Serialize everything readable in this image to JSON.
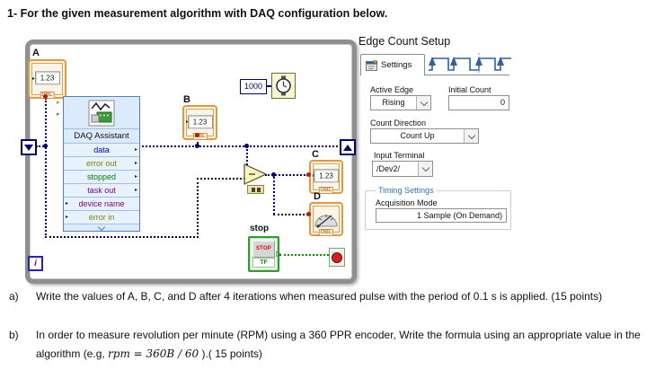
{
  "page": {
    "title": "1- For the given measurement algorithm with DAQ configuration below."
  },
  "diagram": {
    "loop": {
      "iteration": "i"
    },
    "terminals": {
      "a": {
        "label": "A",
        "value": "1.23",
        "dtype": "DBL"
      },
      "b": {
        "label": "B",
        "value": "1.23",
        "dtype": "DBL"
      },
      "c": {
        "label": "C",
        "value": "1.23",
        "dtype": "DBL"
      },
      "d": {
        "label": "D",
        "dtype": "DBL"
      }
    },
    "daq": {
      "title": "DAQ Assistant",
      "rows": [
        {
          "label": "data"
        },
        {
          "label": "error out"
        },
        {
          "label": "stopped"
        },
        {
          "label": "task out"
        },
        {
          "label": "device name"
        },
        {
          "label": "error in"
        }
      ]
    },
    "wait_constant": "1000",
    "stop": {
      "label": "stop",
      "button_text": "STOP",
      "dtype": "TF"
    },
    "icons": {
      "out_arrow": "▸",
      "in_arrow": "▸",
      "stop_out_arrow": "▷"
    }
  },
  "panel": {
    "title": "Edge Count Setup",
    "tab": "Settings",
    "active_edge": {
      "label": "Active Edge",
      "value": "Rising"
    },
    "initial_count": {
      "label": "Initial Count",
      "value": "0"
    },
    "count_direction": {
      "label": "Count Direction",
      "value": "Count Up"
    },
    "input_terminal": {
      "label": "Input Terminal",
      "value": "/Dev2/"
    },
    "timing_group": "Timing Settings",
    "acquisition_mode": {
      "label": "Acquisition Mode",
      "value": "1 Sample (On Demand)"
    }
  },
  "questions": {
    "a_marker": "a)",
    "a_text": "Write the values of A, B, C, and D after 4 iterations when measured pulse with the period of 0.1 s is applied. (15 points)",
    "b_marker": "b)",
    "b_prefix": "In order to measure revolution per minute (RPM) using a 360 PPR encoder, Write the formula using an appropriate value in the algorithm (e.g, ",
    "b_formula": "rpm = 360B / 60",
    "b_suffix": " ).( 15 points)"
  },
  "colors": {
    "dynamic_data_wire": "#00007f",
    "boolean_wire": "#009900",
    "terminal_border": "#e8973c",
    "daq_background": "#dbeafc",
    "loop_border": "#8f8f8f",
    "group_label_blue": "#2e75b6",
    "stop_text_red": "#cc1111"
  }
}
